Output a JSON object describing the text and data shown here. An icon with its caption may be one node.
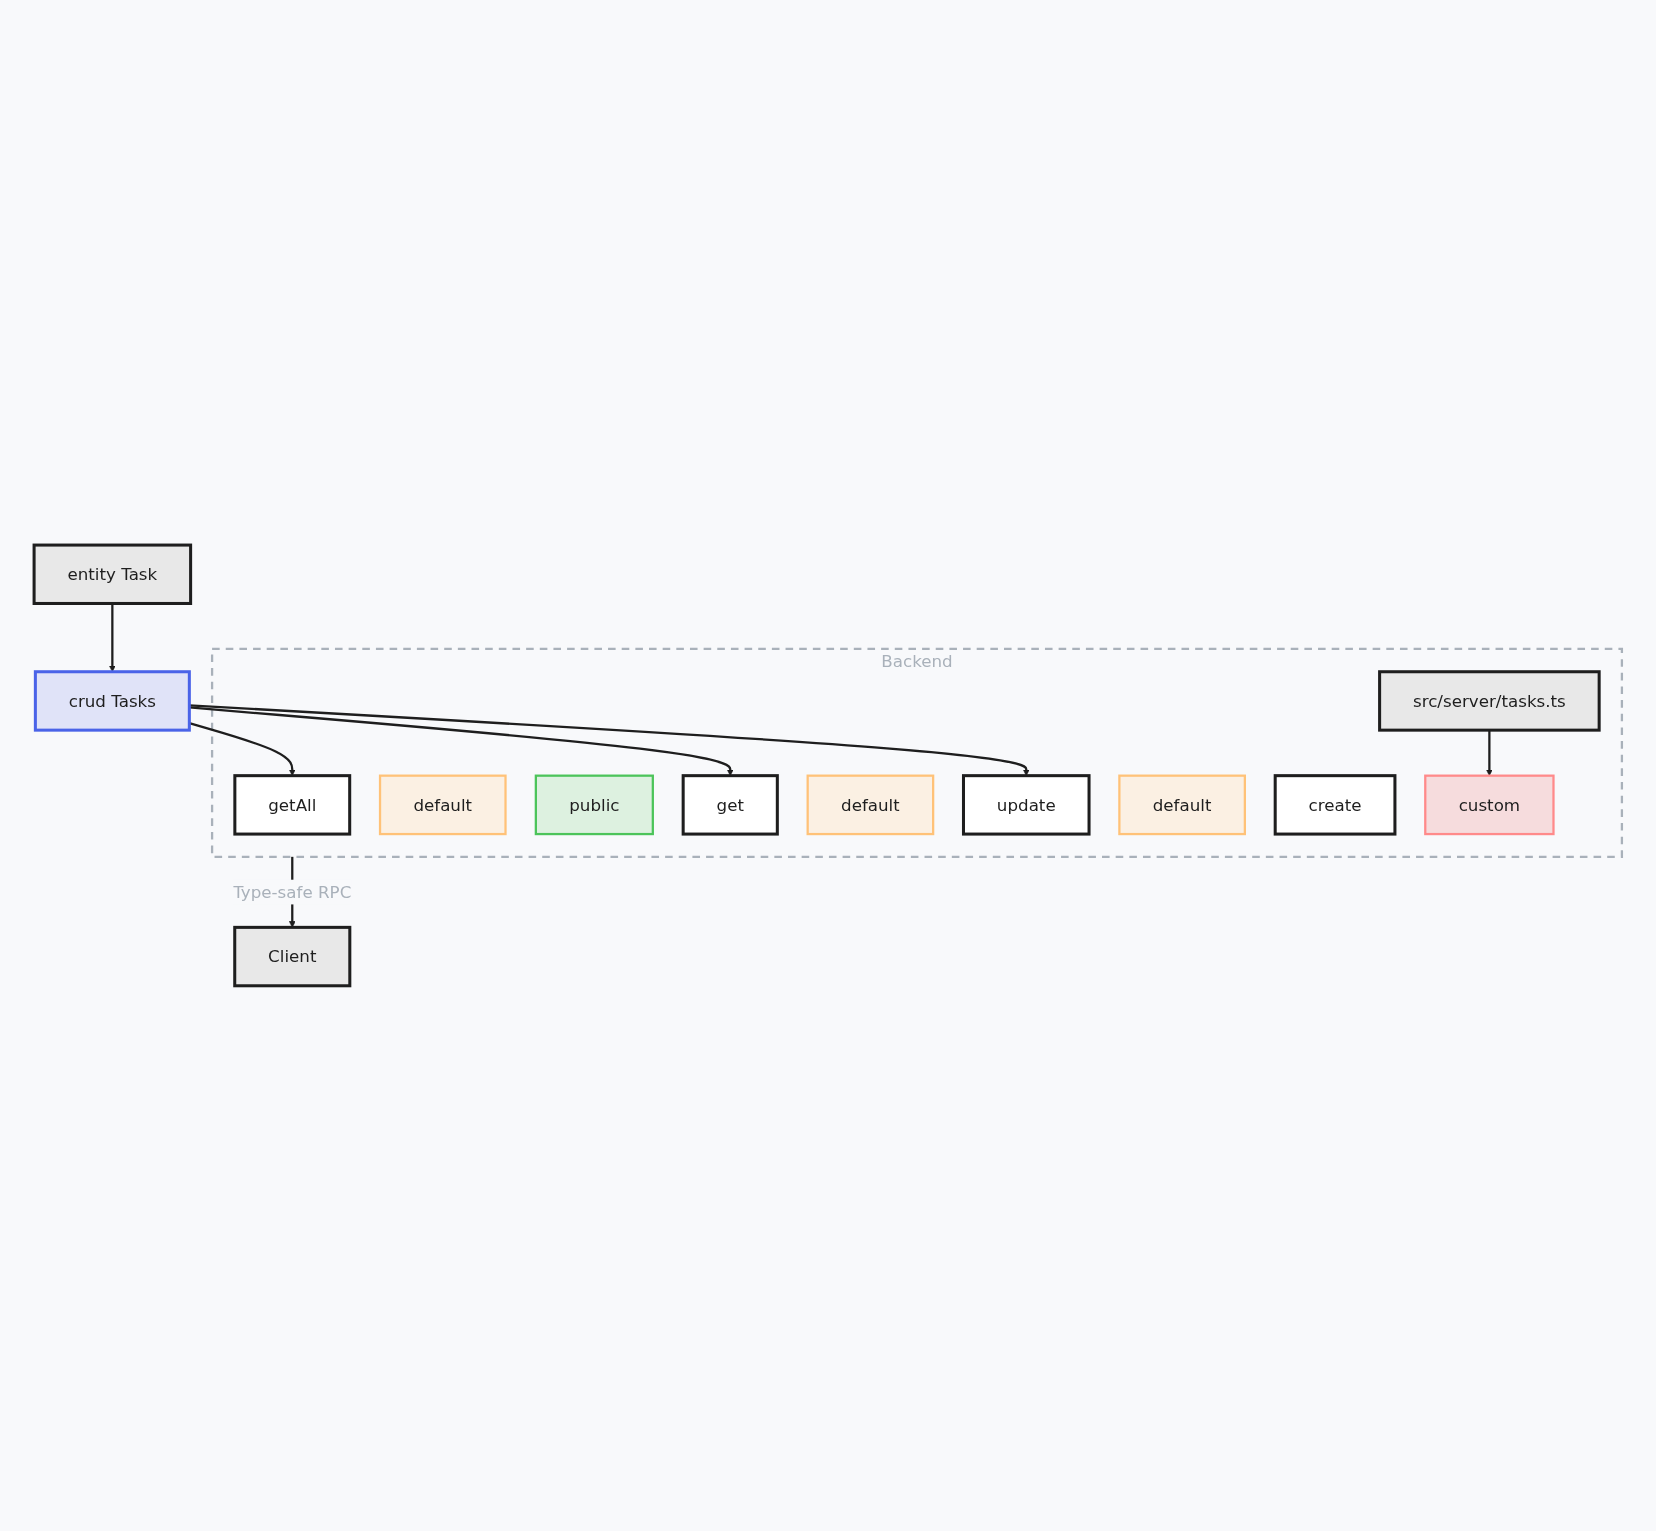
{
  "diagram": {
    "nodes": [
      {
        "text": [
          "entity Task"
        ]
      },
      {
        "text": [
          "crud Tasks"
        ]
      },
      {
        "text": [
          "Backend"
        ]
      },
      {
        "text": [
          "getAll"
        ],
        "in": 2
      },
      {
        "text": [
          "default"
        ],
        "in": 2
      },
      {
        "text": [
          "public"
        ],
        "in": 2
      },
      {
        "text": [
          "get"
        ],
        "in": 2
      },
      {
        "text": [
          "default"
        ],
        "in": 2
      },
      {
        "text": [
          "update"
        ],
        "in": 2
      },
      {
        "text": [
          "default"
        ],
        "in": 2
      },
      {
        "text": [
          "create"
        ],
        "in": 2
      },
      {
        "text": [
          "custom"
        ],
        "in": 2
      },
      {
        "text": [
          "src/server/tasks.ts"
        ],
        "in": 2
      },
      {
        "text": [
          "Client"
        ]
      }
    ],
    "edges": [
      {
        "from": 0,
        "to": 1,
        "arrow": "to"
      },
      {
        "from": 1,
        "to": 3,
        "arrow": "to"
      },
      {
        "from": 1,
        "to": 6,
        "arrow": "to"
      },
      {
        "from": 1,
        "to": 8,
        "arrow": "to"
      },
      {
        "from": 12,
        "to": 11,
        "arrow": "to"
      },
      {
        "from": 2,
        "to": 13,
        "label": "Type-safe RPC",
        "arrow": "to"
      }
    ]
  }
}
